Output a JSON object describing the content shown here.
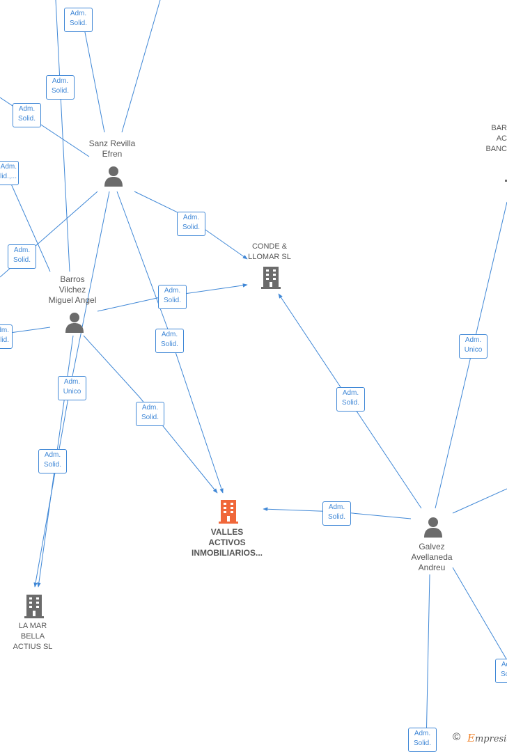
{
  "nodes": {
    "sanz": {
      "label_lines": [
        "Sanz Revilla",
        "Efren"
      ]
    },
    "barros": {
      "label_lines": [
        "Barros",
        "Vilchez",
        "Miguel Angel"
      ]
    },
    "conde": {
      "label_lines": [
        "CONDE &",
        "LLOMAR SL"
      ]
    },
    "valles": {
      "label_lines": [
        "VALLES",
        "ACTIVOS",
        "INMOBILIARIOS..."
      ]
    },
    "lamar": {
      "label_lines": [
        "LA MAR",
        "BELLA",
        "ACTIUS SL"
      ]
    },
    "galvez": {
      "label_lines": [
        "Galvez",
        "Avellaneda",
        "Andreu"
      ]
    },
    "barr_right": {
      "label_lines": [
        "BAR",
        "AC",
        "BANC"
      ]
    }
  },
  "badges": [
    {
      "lines": [
        "Adm.",
        "Solid."
      ]
    },
    {
      "lines": [
        "Adm.",
        "Solid."
      ]
    },
    {
      "lines": [
        "Adm.",
        "Solid."
      ]
    },
    {
      "lines": [
        "Adm.",
        "Solid.,..."
      ]
    },
    {
      "lines": [
        "Adm.",
        "Solid."
      ]
    },
    {
      "lines": [
        "Adm.",
        "Solid."
      ]
    },
    {
      "lines": [
        "Adm.",
        "Solid."
      ]
    },
    {
      "lines": [
        "Adm.",
        "Solid."
      ]
    },
    {
      "lines": [
        "Adm.",
        "Solid."
      ]
    },
    {
      "lines": [
        "Adm.",
        "Unico"
      ]
    },
    {
      "lines": [
        "Adm.",
        "Solid."
      ]
    },
    {
      "lines": [
        "Adm.",
        "Solid."
      ]
    },
    {
      "lines": [
        "Adm.",
        "Solid."
      ]
    },
    {
      "lines": [
        "Adm.",
        "Unico"
      ]
    },
    {
      "lines": [
        "Adm.",
        "Solid."
      ]
    },
    {
      "lines": [
        "Adm.",
        "Solid."
      ]
    },
    {
      "lines": [
        "Adm.",
        "Solid."
      ]
    }
  ],
  "footer": {
    "copyright": "©",
    "brand_first": "E",
    "brand_rest": "mpresia"
  },
  "colors": {
    "edge": "#3f87d6",
    "person": "#6b6b6b",
    "company": "#6b6b6b",
    "focus_company": "#f0673a"
  },
  "icons": {
    "person": "person-icon",
    "company": "building-icon",
    "focus": "building-icon"
  }
}
